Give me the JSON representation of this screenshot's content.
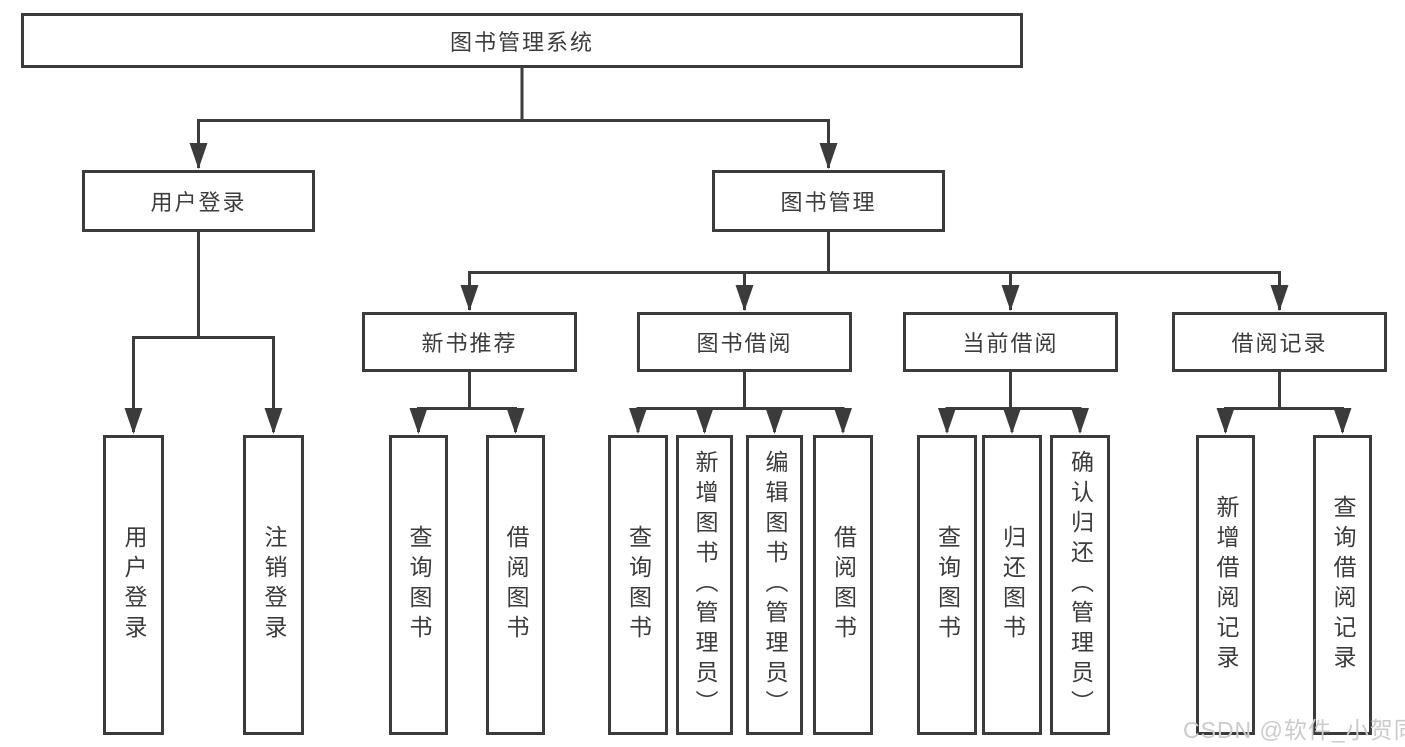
{
  "tree": {
    "label": "图书管理系统",
    "children": [
      {
        "label": "用户登录",
        "children": [
          {
            "label": "用户登录"
          },
          {
            "label": "注销登录"
          }
        ]
      },
      {
        "label": "图书管理",
        "children": [
          {
            "label": "新书推荐",
            "children": [
              {
                "label": "查询图书"
              },
              {
                "label": "借阅图书"
              }
            ]
          },
          {
            "label": "图书借阅",
            "children": [
              {
                "label": "查询图书"
              },
              {
                "label": "新增图书（管理员）"
              },
              {
                "label": "编辑图书（管理员）"
              },
              {
                "label": "借阅图书"
              }
            ]
          },
          {
            "label": "当前借阅",
            "children": [
              {
                "label": "查询图书"
              },
              {
                "label": "归还图书"
              },
              {
                "label": "确认归还（管理员）"
              }
            ]
          },
          {
            "label": "借阅记录",
            "children": [
              {
                "label": "新增借阅记录"
              },
              {
                "label": "查询借阅记录"
              }
            ]
          }
        ]
      }
    ]
  },
  "watermark": "CSDN @软件_小贺同学",
  "colors": {
    "line": "#3b3b3b",
    "text": "#3c3c3c",
    "box_background": "#ffffff",
    "watermark": "#cbcbcb"
  }
}
